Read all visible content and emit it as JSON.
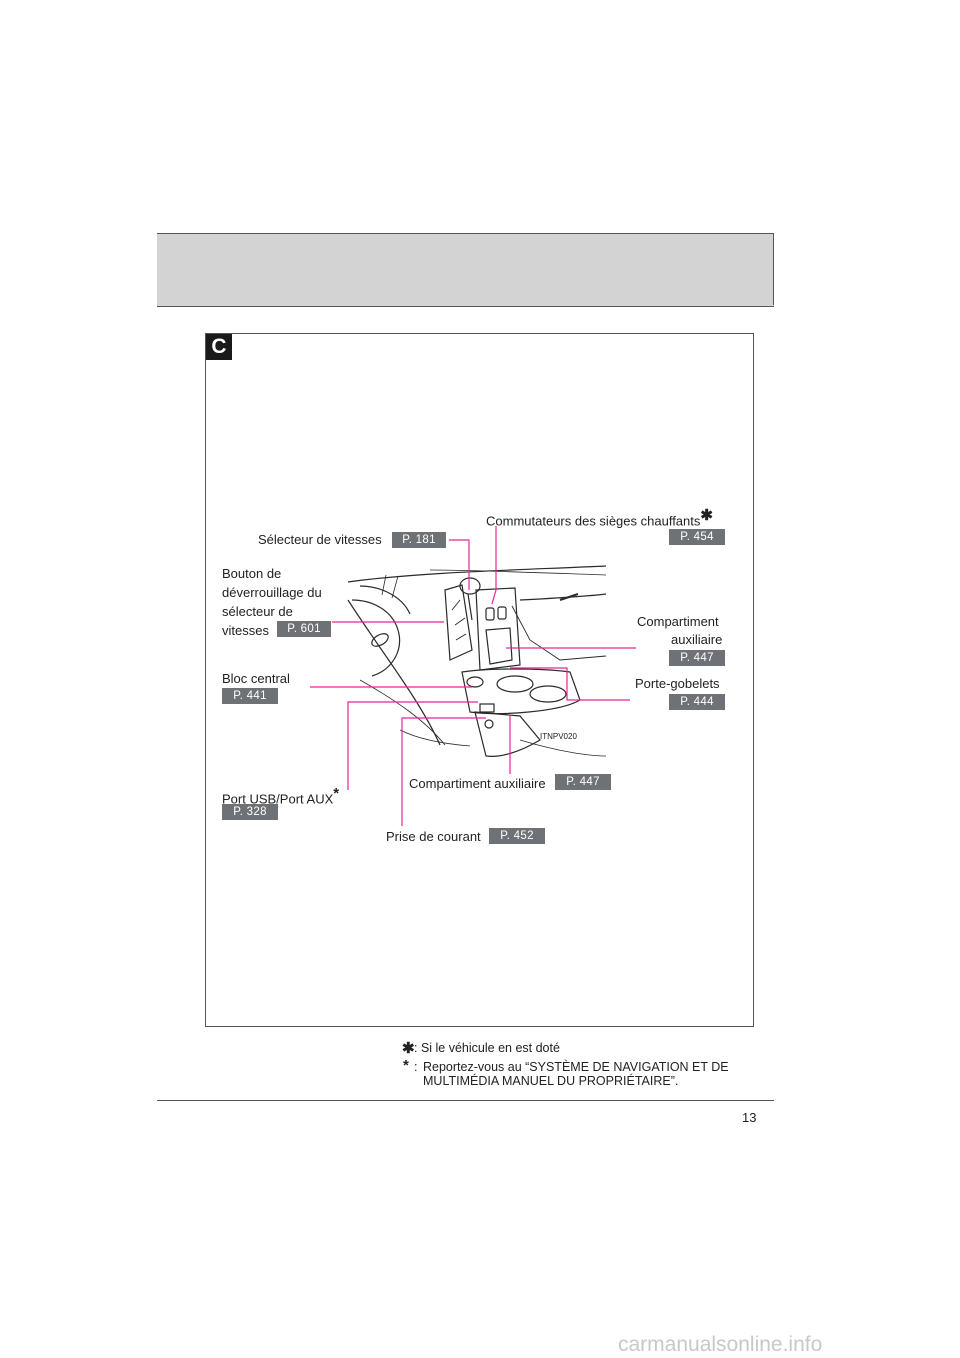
{
  "section_letter": "C",
  "callouts": {
    "commutateurs": {
      "label": "Commutateurs des sièges chauffants",
      "mark": "✱",
      "page": "P. 454"
    },
    "selecteur": {
      "label": "Sélecteur de vitesses",
      "page": "P. 181"
    },
    "bouton": {
      "lines": [
        "Bouton de",
        "déverrouillage du",
        "sélecteur de",
        "vitesses"
      ],
      "page": "P. 601"
    },
    "compartiment_aux_right": {
      "lines": [
        "Compartiment",
        "auxiliaire"
      ],
      "page": "P. 447"
    },
    "bloc_central": {
      "label": "Bloc central",
      "page": "P. 441"
    },
    "porte_gobelets": {
      "label": "Porte-gobelets",
      "page": "P. 444"
    },
    "port_usb": {
      "label": "Port USB/Port AUX",
      "mark": "*",
      "page": "P. 328"
    },
    "compartiment_aux_bottom": {
      "label": "Compartiment auxiliaire",
      "page": "P. 447"
    },
    "prise_courant": {
      "label": "Prise de courant",
      "page": "P. 452"
    }
  },
  "illustration_code": "ITNPV020",
  "footnotes": [
    {
      "mark": "✱",
      "text": ": Si le véhicule en est doté"
    },
    {
      "mark": "*",
      "text": ":",
      "lines": [
        "Reportez-vous au “SYSTÈME DE NAVIGATION ET DE",
        "MULTIMÉDIA MANUEL DU PROPRIÉTAIRE”."
      ]
    }
  ],
  "page_number": "13",
  "watermark": "carmanualsonline.info",
  "colors": {
    "leader": "#e8259a",
    "page_ref_bg": "#6e7175",
    "header_band": "#d2d3d2"
  }
}
